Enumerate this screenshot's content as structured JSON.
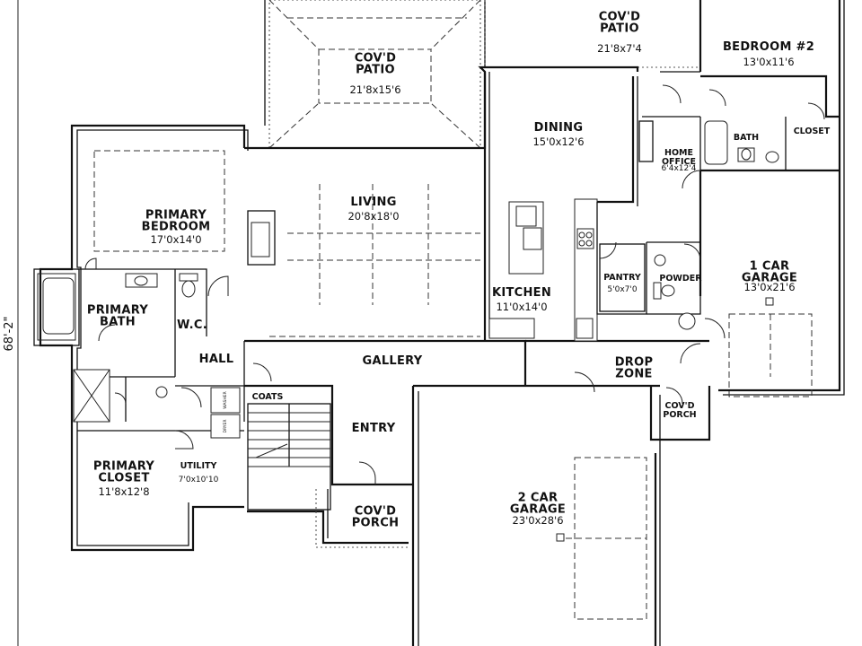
{
  "overall_dimension": "68'-2\"",
  "rooms": {
    "covd_patio_rear": {
      "name": "COV'D PATIO",
      "dim": "21'8x15'6"
    },
    "covd_patio_top": {
      "name": "COV'D PATIO",
      "dim": "21'8x7'4"
    },
    "bedroom_2": {
      "name": "BEDROOM #2",
      "dim": "13'0x11'6"
    },
    "dining": {
      "name": "DINING",
      "dim": "15'0x12'6"
    },
    "bath": {
      "name": "BATH"
    },
    "closet": {
      "name": "CLOSET"
    },
    "home_office": {
      "name": "HOME OFFICE",
      "dim": "6'4x12'4"
    },
    "primary_bedroom": {
      "name": "PRIMARY BEDROOM",
      "dim": "17'0x14'0"
    },
    "living": {
      "name": "LIVING",
      "dim": "20'8x18'0"
    },
    "kitchen": {
      "name": "KITCHEN",
      "dim": "11'0x14'0"
    },
    "pantry": {
      "name": "PANTRY",
      "dim": "5'0x7'0"
    },
    "powder": {
      "name": "POWDER"
    },
    "garage_1": {
      "name": "1 CAR GARAGE",
      "dim": "13'0x21'6"
    },
    "primary_bath": {
      "name": "PRIMARY BATH"
    },
    "wc": {
      "name": "W.C."
    },
    "hall": {
      "name": "HALL"
    },
    "gallery": {
      "name": "GALLERY"
    },
    "drop_zone": {
      "name": "DROP ZONE"
    },
    "coats": {
      "name": "COATS"
    },
    "entry": {
      "name": "ENTRY"
    },
    "covd_porch_side": {
      "name": "COV'D PORCH"
    },
    "primary_closet": {
      "name": "PRIMARY CLOSET",
      "dim": "11'8x12'8"
    },
    "utility": {
      "name": "UTILITY",
      "dim": "7'0x10'10"
    },
    "covd_porch_front": {
      "name": "COV'D PORCH"
    },
    "garage_2": {
      "name": "2 CAR GARAGE",
      "dim": "23'0x28'6"
    }
  },
  "appliances": {
    "washer": "WASHER",
    "dryer": "DRYER"
  }
}
